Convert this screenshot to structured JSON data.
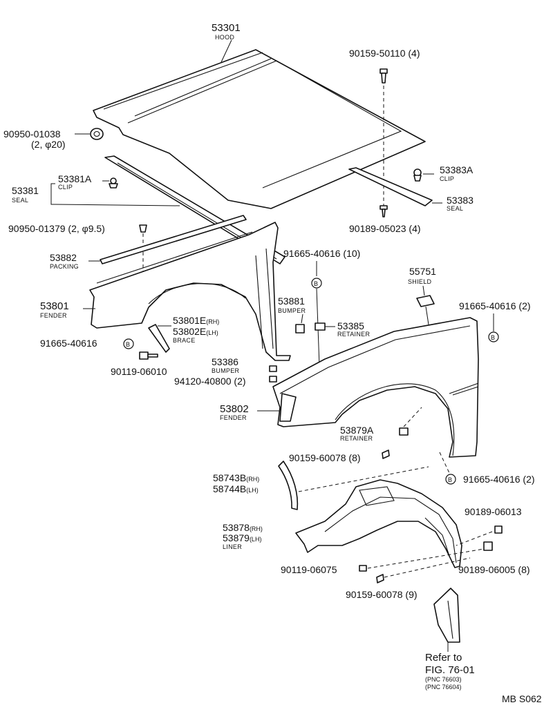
{
  "labels": {
    "hood_pn": "53301",
    "hood_name": "HOOD",
    "bolt_top_right": "90159-50110 (4)",
    "cushion_left_pn": "90950-01038",
    "cushion_left_qty": "(2, φ20)",
    "clip_pn": "53381A",
    "clip_name": "CLIP",
    "seal_pn": "53381",
    "seal_name": "SEAL",
    "clip_right_pn": "53383A",
    "clip_right_name": "CLIP",
    "seal_right_pn": "53383",
    "seal_right_name": "SEAL",
    "cushion_small": "90950-01379 (2, φ9.5)",
    "screw_seal": "90189-05023 (4)",
    "packing_pn": "53882",
    "packing_name": "PACKING",
    "bolt_b_10": "91665-40616 (10)",
    "shield_pn": "55751",
    "shield_name": "SHIELD",
    "bumper_pn": "53881",
    "bumper_name": "BUMPER",
    "fender_lh_pn": "53801",
    "fender_lh_name": "FENDER",
    "brace_rh_pn": "53801E",
    "brace_rh_side": "(RH)",
    "brace_lh_pn": "53802E",
    "brace_lh_side": "(LH)",
    "brace_name": "BRACE",
    "retainer_pn": "53385",
    "retainer_name": "RETAINER",
    "bolt_b_2_right": "91665-40616 (2)",
    "bolt_b_left": "91665-40616",
    "bolt_brace": "90119-06010",
    "bumper2_pn": "53386",
    "bumper2_name": "BUMPER",
    "nut_pn": "94120-40800 (2)",
    "fender_pn": "53802",
    "fender_name": "FENDER",
    "retainer2_pn": "53879A",
    "retainer2_name": "RETAINER",
    "screw_8": "90159-60078 (8)",
    "bolt_b_2_lower": "91665-40616 (2)",
    "moulding_rh_pn": "58743B",
    "moulding_rh_side": "(RH)",
    "moulding_lh_pn": "58744B",
    "moulding_lh_side": "(LH)",
    "screw_06013": "90189-06013",
    "liner_rh_pn": "53878",
    "liner_rh_side": "(RH)",
    "liner_lh_pn": "53879",
    "liner_lh_side": "(LH)",
    "liner_name": "LINER",
    "bolt_06075": "90119-06075",
    "screw_06005": "90189-06005 (8)",
    "screw_9": "90159-60078 (9)",
    "refer_line1": "Refer to",
    "refer_line2": "FIG. 76-01",
    "pnc1": "(PNC 76603)",
    "pnc2": "(PNC 76604)",
    "figure_code": "MB S062",
    "circle_b": "B"
  }
}
